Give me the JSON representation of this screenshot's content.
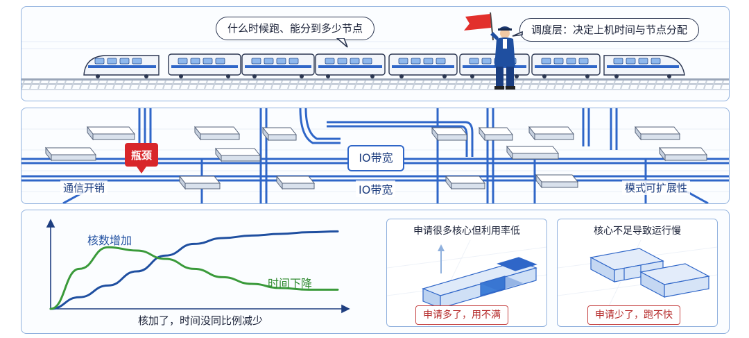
{
  "top": {
    "bubble_left": "什么时候跑、能分到多少节点",
    "bubble_right": "调度层：决定上机时间与节点分配"
  },
  "network": {
    "bottleneck": "瓶颈",
    "io_box": "IO带宽",
    "label_left": "通信开销",
    "label_center": "IO带宽",
    "label_right": "模式可扩展性"
  },
  "chart_data": {
    "type": "line",
    "title": "",
    "xlabel": "核加了，时间没同比例减少",
    "ylabel": "",
    "series": [
      {
        "name": "核数增加",
        "color": "#1f4fa0",
        "x": [
          0,
          1,
          2,
          3,
          4,
          5,
          6,
          7,
          8,
          9,
          10
        ],
        "values": [
          0.0,
          0.14,
          0.28,
          0.45,
          0.64,
          0.78,
          0.85,
          0.88,
          0.9,
          0.92,
          0.93
        ]
      },
      {
        "name": "时间下降",
        "color": "#3a9a3a",
        "x": [
          0,
          1,
          2,
          3,
          4,
          5,
          6,
          7,
          8,
          9,
          10
        ],
        "values": [
          0.0,
          0.48,
          0.74,
          0.7,
          0.6,
          0.48,
          0.38,
          0.3,
          0.25,
          0.23,
          0.23
        ]
      }
    ]
  },
  "cards": {
    "left_title": "申请很多核心但利用率低",
    "left_tag": "申请多了，用不满",
    "right_title": "核心不足导致运行慢",
    "right_tag": "申请少了，跑不快"
  }
}
